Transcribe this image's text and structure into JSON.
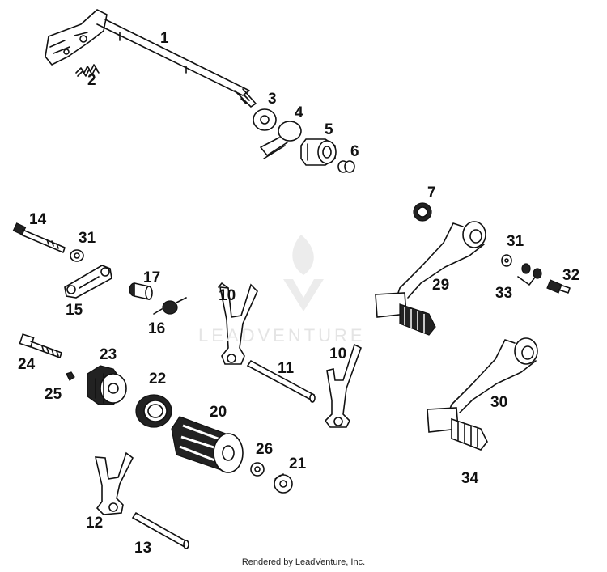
{
  "watermark": "LEADVENTURE",
  "footer": "Rendered by LeadVenture, Inc.",
  "callouts": {
    "c1": "1",
    "c2": "2",
    "c3": "3",
    "c4": "4",
    "c5": "5",
    "c6": "6",
    "c7": "7",
    "c10a": "10",
    "c10b": "10",
    "c11": "11",
    "c12": "12",
    "c13": "13",
    "c14": "14",
    "c15": "15",
    "c16": "16",
    "c17": "17",
    "c20": "20",
    "c21": "21",
    "c22": "22",
    "c23": "23",
    "c24": "24",
    "c25": "25",
    "c26": "26",
    "c29": "29",
    "c30": "30",
    "c31a": "31",
    "c31b": "31",
    "c32": "32",
    "c33": "33",
    "c34": "34"
  }
}
